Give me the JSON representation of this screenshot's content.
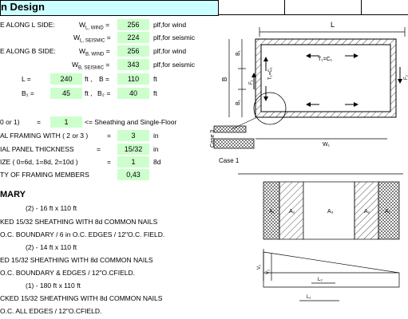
{
  "title": "n Design",
  "loads": {
    "l_side_label": "E ALONG L SIDE:",
    "b_side_label": "E ALONG B SIDE:",
    "wl_wind_sym": "W",
    "wl_wind_sub": "L, WIND",
    "wl_wind_val": "256",
    "wl_wind_unit": "plf,for wind",
    "wl_seis_sym": "W",
    "wl_seis_sub": "L, SEISMIC",
    "wl_seis_val": "224",
    "wl_seis_unit": "plf,for seismic",
    "wb_wind_sym": "W",
    "wb_wind_sub": "B, WIND",
    "wb_wind_val": "256",
    "wb_wind_unit": "plf,for wind",
    "wb_seis_sym": "W",
    "wb_seis_sub": "B, SEISMIC",
    "wb_seis_val": "343",
    "wb_seis_unit": "plf,for seismic",
    "eq": "="
  },
  "dims": {
    "l_label": "L =",
    "l_val": "240",
    "ft1": "ft ,",
    "b_label": "B =",
    "b_val": "110",
    "ft2": "ft",
    "b1_label": "B₁ =",
    "b1_val": "45",
    "ft3": "ft ,",
    "b2_label": "B₂ =",
    "b2_val": "40",
    "ft4": "ft"
  },
  "params": {
    "case_label": "0 or 1)",
    "case_eq": "=",
    "case_val": "1",
    "case_note": "<= Sheathing and Single-Floor",
    "framing_label": "AL FRAMING WITH ( 2 or 3 )",
    "framing_eq": "=",
    "framing_val": "3",
    "framing_unit": "in",
    "panel_label": "IAL PANEL THICKNESS",
    "panel_eq": "=",
    "panel_val": "15/32",
    "panel_unit": "in",
    "nail_label": "IZE ( 0=6d, 1=8d, 2=10d )",
    "nail_eq": "=",
    "nail_val": "1",
    "nail_unit": "8d",
    "gravity_label": "TY OF FRAMING MEMBERS",
    "gravity_val": "0,43"
  },
  "summary": {
    "heading": "MARY",
    "lines": [
      "(2) - 16 ft x 110 ft",
      "KED 15/32 SHEATHING WITH 8d COMMON NAILS",
      "O.C. BOUNDARY / 6 in O.C. EDGES / 12\"O.C. FIELD.",
      "(2) - 14 ft x 110 ft",
      "ED 15/32 SHEATHING WITH 8d COMMON NAILS",
      "O.C. BOUNDARY & EDGES / 12\"O.CFIELD.",
      "(1) - 180 ft x 110 ft",
      "CKED 15/32 SHEATHING WITH 8d COMMON NAILS",
      "O.C. ALL EDGES / 12\"O.CFIELD."
    ]
  },
  "diagram": {
    "L": "L",
    "B": "B",
    "B1": "B₁",
    "T": "T₁=C₁",
    "F1": "F₁",
    "T2": "T₁=C₁",
    "F2": "F₂",
    "case3": "Case 3",
    "case1": "Case 1",
    "WL": "W₁",
    "A1": "A₁",
    "A2": "A₂",
    "A3": "A₃",
    "V1": "V₁",
    "V2": "V₂",
    "L1": "L₁",
    "L2": "L₂"
  }
}
